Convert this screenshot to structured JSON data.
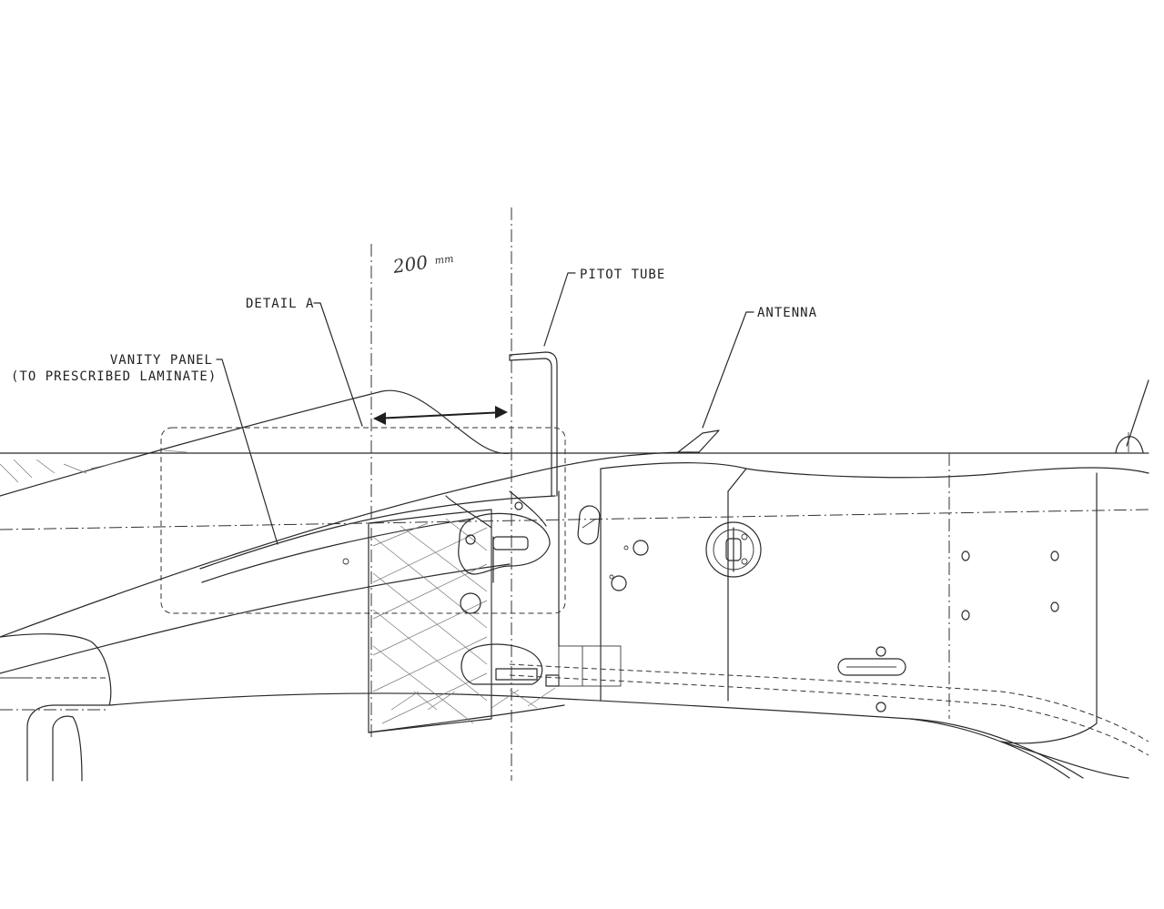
{
  "labels": {
    "pitot_tube": "PITOT TUBE",
    "antenna": "ANTENNA",
    "detail_a": "DETAIL A",
    "vanity_panel_line1": "VANITY PANEL",
    "vanity_panel_line2": "(TO PRESCRIBED LAMINATE)"
  },
  "handwritten": {
    "dimension_value": "200",
    "dimension_unit": "mm"
  }
}
